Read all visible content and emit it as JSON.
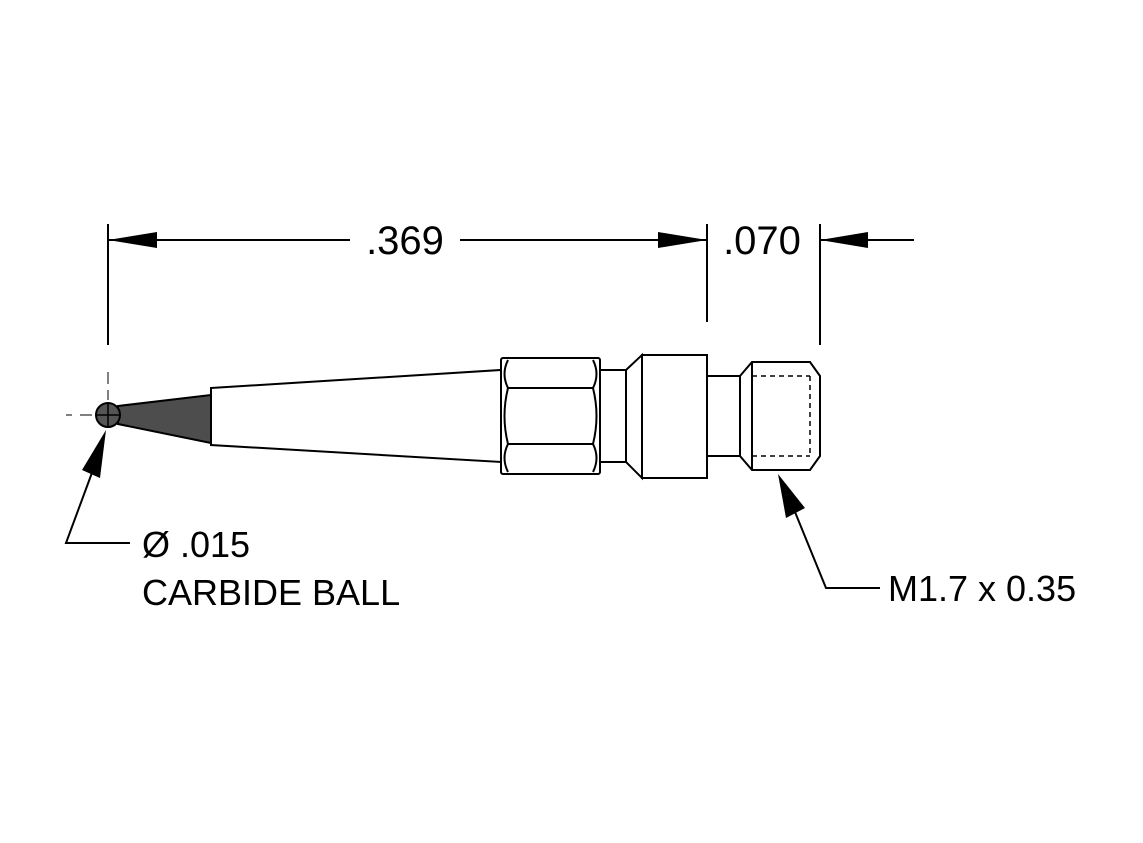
{
  "dimensions": {
    "stylus_length": ".369",
    "thread_length": ".070"
  },
  "notes": {
    "ball_diameter": "Ø .015",
    "ball_material": "CARBIDE BALL",
    "thread_spec": "M1.7 x 0.35"
  },
  "colors": {
    "line": "#000000",
    "background": "#ffffff",
    "ball_fill": "#555555",
    "tip_fill": "#4d4d4d"
  }
}
